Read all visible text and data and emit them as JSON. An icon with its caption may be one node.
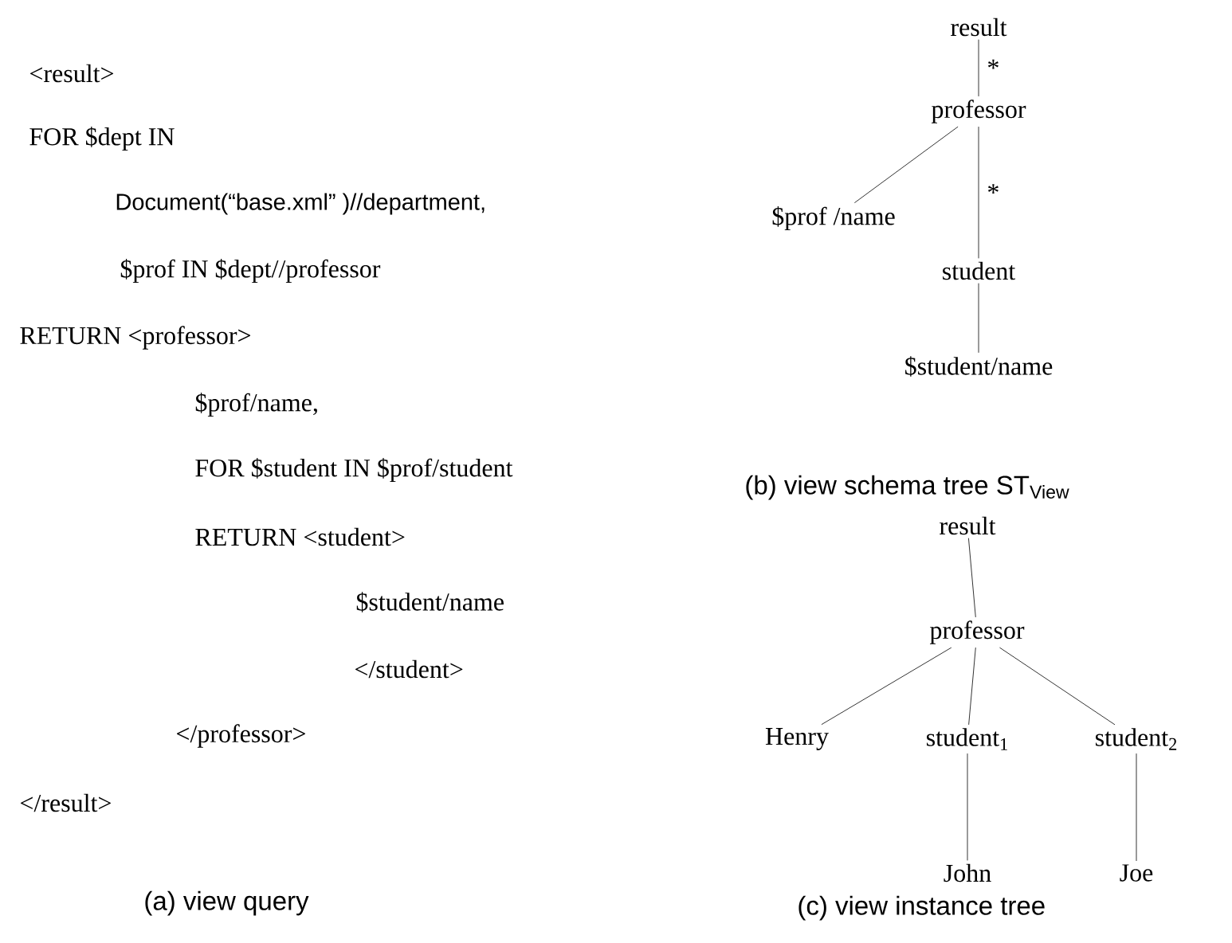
{
  "diagram": {
    "nodes": [
      {
        "text": [
          "result"
        ]
      },
      {
        "text": [
          "professor"
        ]
      },
      {
        "text": [
          "$prof /name"
        ]
      },
      {
        "text": [
          "student"
        ]
      },
      {
        "text": [
          "$student/name"
        ]
      },
      {
        "text": [
          "result"
        ]
      },
      {
        "text": [
          "professor"
        ]
      },
      {
        "text": [
          "Henry"
        ]
      },
      {
        "text": [
          "student$_{1}$"
        ]
      },
      {
        "text": [
          "student$_{2}$"
        ]
      },
      {
        "text": [
          "John"
        ]
      },
      {
        "text": [
          "Joe"
        ]
      }
    ],
    "edges": [
      {
        "from": 0,
        "to": 1,
        "arrow": "none",
        "label": "*"
      },
      {
        "from": 1,
        "to": 2,
        "arrow": "none"
      },
      {
        "from": 1,
        "to": 3,
        "arrow": "none",
        "label": "*"
      },
      {
        "from": 3,
        "to": 4,
        "arrow": "none"
      },
      {
        "from": 5,
        "to": 6,
        "arrow": "none"
      },
      {
        "from": 6,
        "to": 7,
        "arrow": "none"
      },
      {
        "from": 6,
        "to": 8,
        "arrow": "none"
      },
      {
        "from": 6,
        "to": 9,
        "arrow": "none"
      },
      {
        "from": 8,
        "to": 10,
        "arrow": "none"
      },
      {
        "from": 9,
        "to": 11,
        "arrow": "none"
      }
    ],
    "labels": [
      "<result>",
      "FOR $dept IN",
      "Document(“base.xml” )//department,",
      "$prof IN $dept//professor",
      "RETURN <professor>",
      "$prof/name,",
      "FOR $student IN $prof/student",
      "RETURN <student>",
      "$student/name",
      "</student>",
      "</professor>",
      "</result>",
      "(a) view query",
      "(b) view schema tree ST$_{View}$",
      "(c) view instance tree"
    ]
  }
}
